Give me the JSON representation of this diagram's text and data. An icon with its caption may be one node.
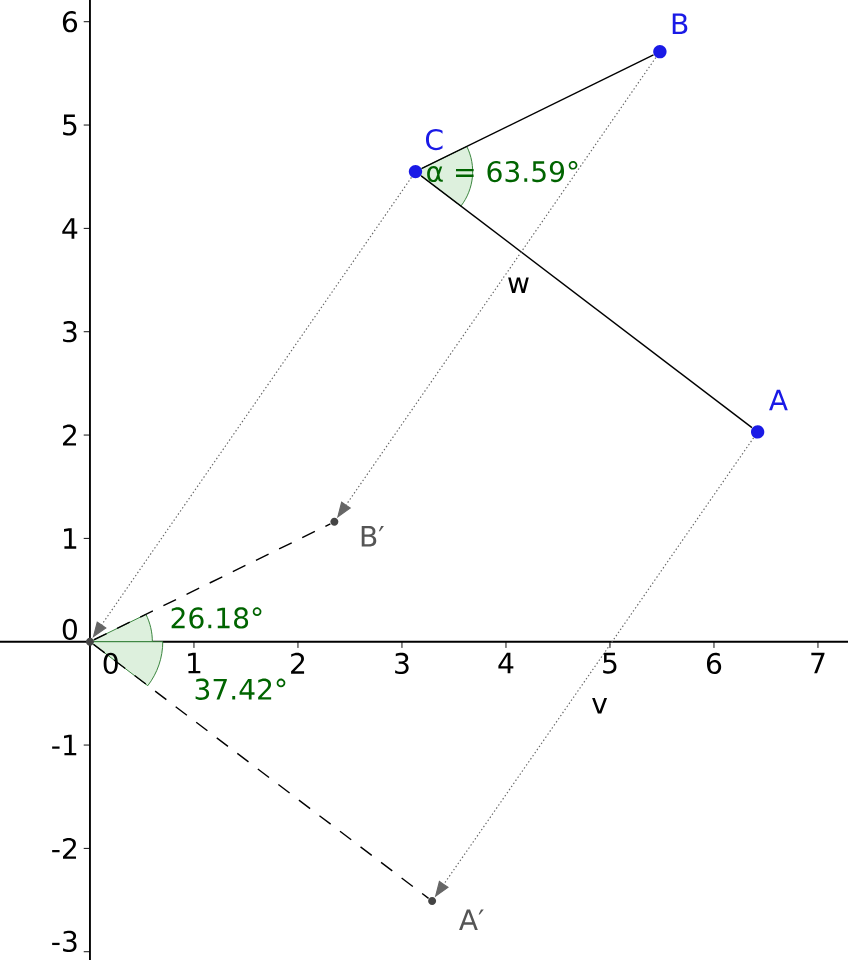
{
  "diagram": {
    "nodes": [
      {
        "text": [
          "A"
        ]
      },
      {
        "text": [
          "B"
        ]
      },
      {
        "text": [
          "C"
        ]
      },
      {
        "text": [
          "B′"
        ]
      },
      {
        "text": [
          "A′"
        ]
      },
      {
        "text": [],
        "shape": "circle"
      }
    ],
    "edges": [
      {
        "from": 2,
        "to": 1,
        "arrow": "none"
      },
      {
        "from": 2,
        "to": 0,
        "arrow": "none"
      },
      {
        "from": 1,
        "to": 3,
        "arrow": "to",
        "style": "dashed",
        "color": "#666666",
        "label": "w"
      },
      {
        "from": 0,
        "to": 4,
        "arrow": "to",
        "style": "dashed",
        "color": "#666666",
        "label": "v"
      },
      {
        "from": 2,
        "to": 5,
        "arrow": "to",
        "style": "dashed",
        "color": "#666666"
      },
      {
        "from": 5,
        "to": 3,
        "arrow": "none",
        "style": "dashed"
      },
      {
        "from": 5,
        "to": 4,
        "arrow": "none",
        "style": "dashed"
      }
    ],
    "labels": [
      "6",
      "5",
      "4",
      "3",
      "2",
      "1",
      "0",
      "0",
      "1",
      "2",
      "3",
      "4",
      "5",
      "6",
      "7",
      "-1",
      "-2",
      "-3",
      "α = 63.59°",
      "26.18°",
      "37.42°"
    ]
  }
}
